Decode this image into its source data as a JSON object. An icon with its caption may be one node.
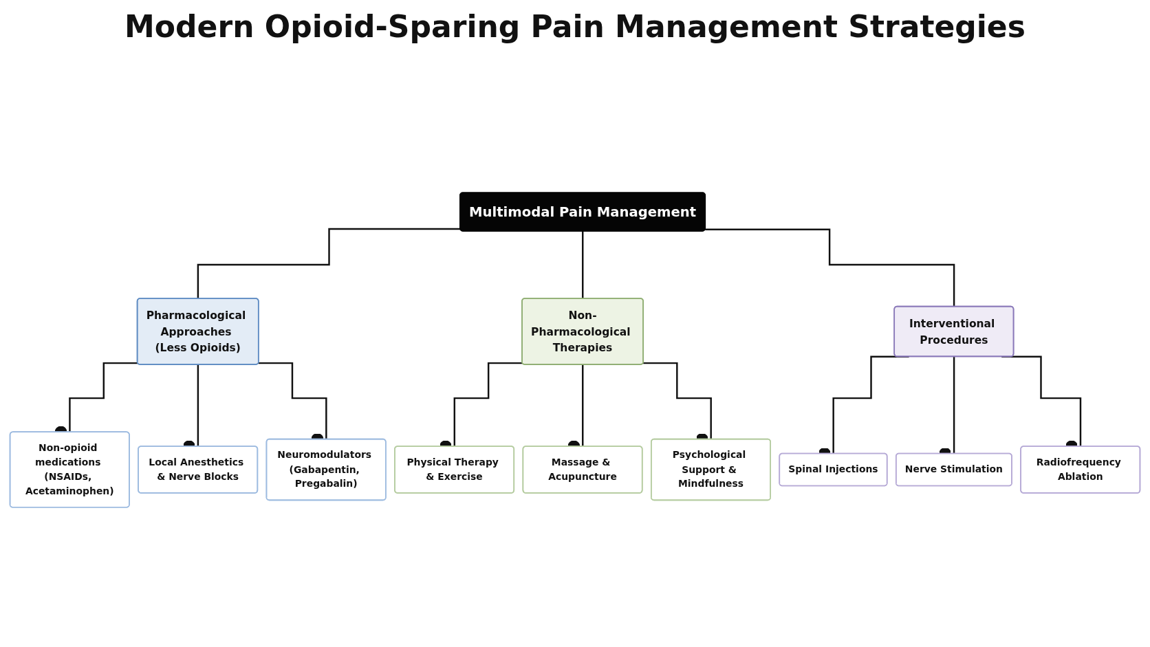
{
  "diagram": {
    "title": "Modern Opioid-Sparing Pain Management Strategies",
    "nodes": [
      {
        "text": [
          "Multimodal Pain Management"
        ]
      },
      {
        "text": [
          "Pharmacological Approaches (Less Opioids)"
        ]
      },
      {
        "text": [
          "Non-Pharmacological Therapies"
        ]
      },
      {
        "text": [
          "Interventional Procedures"
        ]
      },
      {
        "text": [
          "Non-opioid medications (NSAIDs, Acetaminophen)"
        ]
      },
      {
        "text": [
          "Local Anesthetics & Nerve Blocks"
        ]
      },
      {
        "text": [
          "Neuromodulators (Gabapentin, Pregabalin)"
        ]
      },
      {
        "text": [
          "Physical Therapy & Exercise"
        ]
      },
      {
        "text": [
          "Massage & Acupuncture"
        ]
      },
      {
        "text": [
          "Psychological Support & Mindfulness"
        ]
      },
      {
        "text": [
          "Spinal Injections"
        ]
      },
      {
        "text": [
          "Nerve Stimulation"
        ]
      },
      {
        "text": [
          "Radiofrequency Ablation"
        ]
      }
    ],
    "edges": [
      {
        "from": 0,
        "to": 1,
        "arrow": "none"
      },
      {
        "from": 0,
        "to": 2,
        "arrow": "none"
      },
      {
        "from": 0,
        "to": 3,
        "arrow": "none"
      },
      {
        "from": 1,
        "to": 4,
        "arrow": "other"
      },
      {
        "from": 1,
        "to": 5,
        "arrow": "other"
      },
      {
        "from": 1,
        "to": 6,
        "arrow": "other"
      },
      {
        "from": 2,
        "to": 7,
        "arrow": "other"
      },
      {
        "from": 2,
        "to": 8,
        "arrow": "other"
      },
      {
        "from": 2,
        "to": 9,
        "arrow": "other"
      },
      {
        "from": 3,
        "to": 10,
        "arrow": "other"
      },
      {
        "from": 3,
        "to": 11,
        "arrow": "other"
      },
      {
        "from": 3,
        "to": 12,
        "arrow": "other"
      }
    ]
  }
}
